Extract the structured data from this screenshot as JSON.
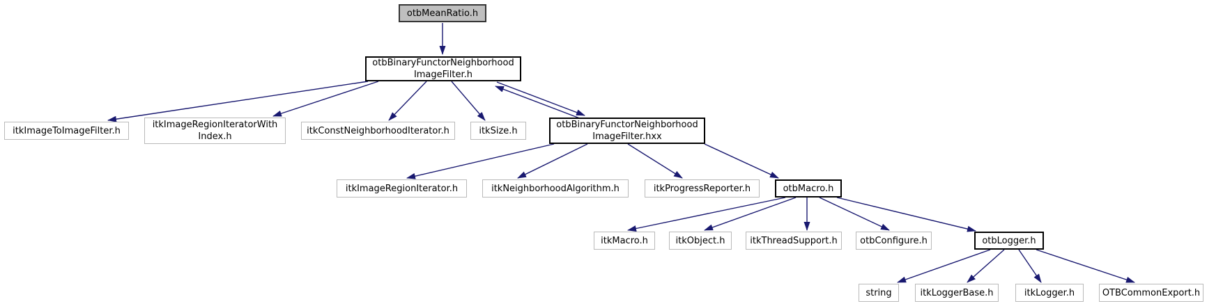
{
  "diagram": {
    "kind": "include-dependency-graph",
    "root": "otbMeanRatio.h"
  },
  "colors": {
    "edge": "#191970",
    "current_node_fill": "#bfbfbf",
    "linked_node_border": "#000000",
    "plain_node_border": "#b9b9b9",
    "node_fill": "#ffffff",
    "text": "#000000"
  },
  "nodes": [
    {
      "id": "otbMeanRatio.h",
      "label": "otbMeanRatio.h",
      "kind": "current"
    },
    {
      "id": "otbBinaryFunctorNeighborhoodImageFilter.h",
      "label": "otbBinaryFunctorNeighborhood\nImageFilter.h",
      "kind": "linked"
    },
    {
      "id": "itkImageToImageFilter.h",
      "label": "itkImageToImageFilter.h",
      "kind": "plain"
    },
    {
      "id": "itkImageRegionIteratorWithIndex.h",
      "label": "itkImageRegionIteratorWith\nIndex.h",
      "kind": "plain"
    },
    {
      "id": "itkConstNeighborhoodIterator.h",
      "label": "itkConstNeighborhoodIterator.h",
      "kind": "plain"
    },
    {
      "id": "itkSize.h",
      "label": "itkSize.h",
      "kind": "plain"
    },
    {
      "id": "otbBinaryFunctorNeighborhoodImageFilter.hxx",
      "label": "otbBinaryFunctorNeighborhood\nImageFilter.hxx",
      "kind": "linked"
    },
    {
      "id": "itkImageRegionIterator.h",
      "label": "itkImageRegionIterator.h",
      "kind": "plain"
    },
    {
      "id": "itkNeighborhoodAlgorithm.h",
      "label": "itkNeighborhoodAlgorithm.h",
      "kind": "plain"
    },
    {
      "id": "itkProgressReporter.h",
      "label": "itkProgressReporter.h",
      "kind": "plain"
    },
    {
      "id": "otbMacro.h",
      "label": "otbMacro.h",
      "kind": "linked"
    },
    {
      "id": "itkMacro.h",
      "label": "itkMacro.h",
      "kind": "plain"
    },
    {
      "id": "itkObject.h",
      "label": "itkObject.h",
      "kind": "plain"
    },
    {
      "id": "itkThreadSupport.h",
      "label": "itkThreadSupport.h",
      "kind": "plain"
    },
    {
      "id": "otbConfigure.h",
      "label": "otbConfigure.h",
      "kind": "plain"
    },
    {
      "id": "otbLogger.h",
      "label": "otbLogger.h",
      "kind": "linked"
    },
    {
      "id": "string",
      "label": "string",
      "kind": "plain"
    },
    {
      "id": "itkLoggerBase.h",
      "label": "itkLoggerBase.h",
      "kind": "plain"
    },
    {
      "id": "itkLogger.h",
      "label": "itkLogger.h",
      "kind": "plain"
    },
    {
      "id": "OTBCommonExport.h",
      "label": "OTBCommonExport.h",
      "kind": "plain"
    }
  ],
  "edges": [
    {
      "from": "otbMeanRatio.h",
      "to": "otbBinaryFunctorNeighborhoodImageFilter.h"
    },
    {
      "from": "otbBinaryFunctorNeighborhoodImageFilter.h",
      "to": "itkImageToImageFilter.h"
    },
    {
      "from": "otbBinaryFunctorNeighborhoodImageFilter.h",
      "to": "itkImageRegionIteratorWithIndex.h"
    },
    {
      "from": "otbBinaryFunctorNeighborhoodImageFilter.h",
      "to": "itkConstNeighborhoodIterator.h"
    },
    {
      "from": "otbBinaryFunctorNeighborhoodImageFilter.h",
      "to": "itkSize.h"
    },
    {
      "from": "otbBinaryFunctorNeighborhoodImageFilter.h",
      "to": "otbBinaryFunctorNeighborhoodImageFilter.hxx",
      "bidirectional": true
    },
    {
      "from": "otbBinaryFunctorNeighborhoodImageFilter.hxx",
      "to": "itkImageRegionIterator.h"
    },
    {
      "from": "otbBinaryFunctorNeighborhoodImageFilter.hxx",
      "to": "itkNeighborhoodAlgorithm.h"
    },
    {
      "from": "otbBinaryFunctorNeighborhoodImageFilter.hxx",
      "to": "itkProgressReporter.h"
    },
    {
      "from": "otbBinaryFunctorNeighborhoodImageFilter.hxx",
      "to": "otbMacro.h"
    },
    {
      "from": "otbMacro.h",
      "to": "itkMacro.h"
    },
    {
      "from": "otbMacro.h",
      "to": "itkObject.h"
    },
    {
      "from": "otbMacro.h",
      "to": "itkThreadSupport.h"
    },
    {
      "from": "otbMacro.h",
      "to": "otbConfigure.h"
    },
    {
      "from": "otbMacro.h",
      "to": "otbLogger.h"
    },
    {
      "from": "otbLogger.h",
      "to": "string"
    },
    {
      "from": "otbLogger.h",
      "to": "itkLoggerBase.h"
    },
    {
      "from": "otbLogger.h",
      "to": "itkLogger.h"
    },
    {
      "from": "otbLogger.h",
      "to": "OTBCommonExport.h"
    }
  ]
}
